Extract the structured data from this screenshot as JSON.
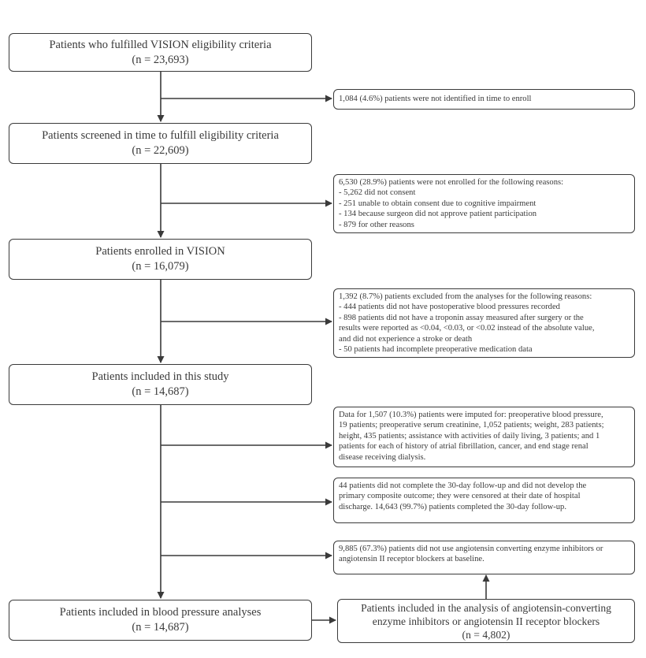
{
  "main_boxes": {
    "eligible": {
      "title": "Patients who fulfilled VISION eligibility criteria",
      "count": "(n = 23,693)"
    },
    "screened": {
      "title": "Patients screened in time to fulfill eligibility criteria",
      "count": "(n = 22,609)"
    },
    "enrolled": {
      "title": "Patients enrolled in VISION",
      "count": "(n = 16,079)"
    },
    "included": {
      "title": "Patients included in this study",
      "count": "(n = 14,687)"
    },
    "bp": {
      "title": "Patients included in blood pressure analyses",
      "count": "(n = 14,687)"
    },
    "acei": {
      "line1": "Patients included in the analysis of angiotensin-converting",
      "line2": "enzyme inhibitors or angiotensin II receptor blockers",
      "count": "(n = 4,802)"
    }
  },
  "side_boxes": {
    "not_identified": {
      "text": "1,084 (4.6%) patients were not identified in time to enroll"
    },
    "not_enrolled": {
      "header": "6,530 (28.9%) patients were not enrolled for the following reasons:",
      "items": [
        "- 5,262 did not consent",
        "- 251 unable to obtain consent due to cognitive impairment",
        "- 134 because surgeon did not approve patient participation",
        "- 879 for other reasons"
      ]
    },
    "excluded": {
      "header": "1,392 (8.7%) patients excluded from the analyses for the following reasons:",
      "items": [
        "- 444 patients did not have postoperative blood pressures recorded",
        "- 898 patients did not have a troponin assay measured after surgery or the",
        "results were reported as <0.04, <0.03, or <0.02 instead of the absolute value,",
        "and did not experience a stroke or death",
        "- 50 patients had incomplete preoperative medication data"
      ]
    },
    "imputed": {
      "lines": [
        "Data for 1,507 (10.3%) patients were imputed for: preoperative blood pressure,",
        "19 patients; preoperative serum creatinine, 1,052 patients; weight, 283 patients;",
        "height, 435 patients; assistance with activities of daily living, 3 patients; and 1",
        "patients for each of history of atrial fibrillation, cancer, and end stage renal",
        "disease receiving dialysis."
      ]
    },
    "followup": {
      "lines": [
        "44 patients did not complete the 30-day follow-up and did not develop the",
        "primary composite outcome; they were censored at their date of hospital",
        "discharge. 14,643 (99.7%) patients completed the 30-day follow-up."
      ]
    },
    "no_acei": {
      "lines": [
        "9,885 (67.3%) patients did not use angiotensin converting enzyme inhibitors or",
        "angiotensin II receptor blockers at baseline."
      ]
    }
  },
  "colors": {
    "line": "#3a3a3a",
    "background": "#ffffff"
  }
}
